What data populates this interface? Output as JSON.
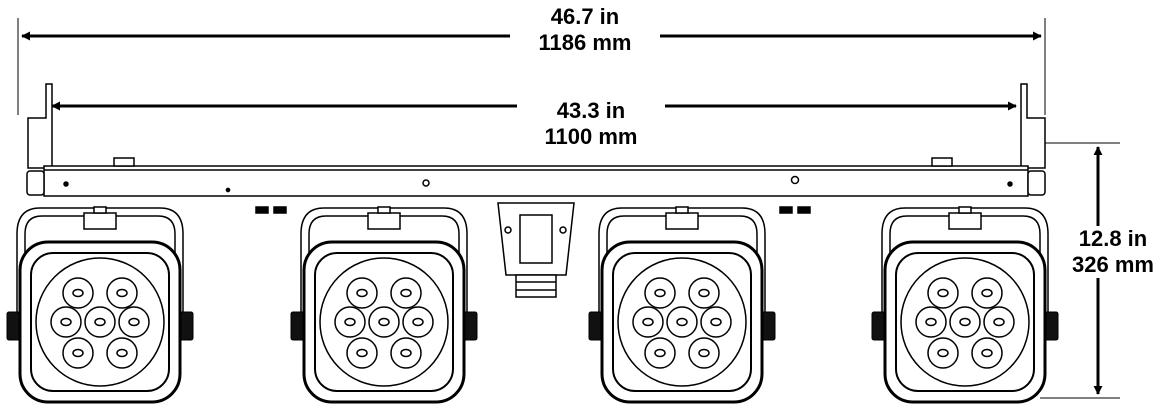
{
  "dimensions": {
    "overall_width": {
      "imperial": "46.7 in",
      "metric": "1186 mm"
    },
    "inner_width": {
      "imperial": "43.3 in",
      "metric": "1100 mm"
    },
    "height": {
      "imperial": "12.8 in",
      "metric": "326 mm"
    }
  },
  "fixtures": {
    "count": 4,
    "leds_per_fixture": 7
  },
  "colors": {
    "line": "#000000",
    "fill": "#ffffff"
  },
  "icons": [
    "arrow-icon",
    "led-lens-icon",
    "knob-icon"
  ]
}
